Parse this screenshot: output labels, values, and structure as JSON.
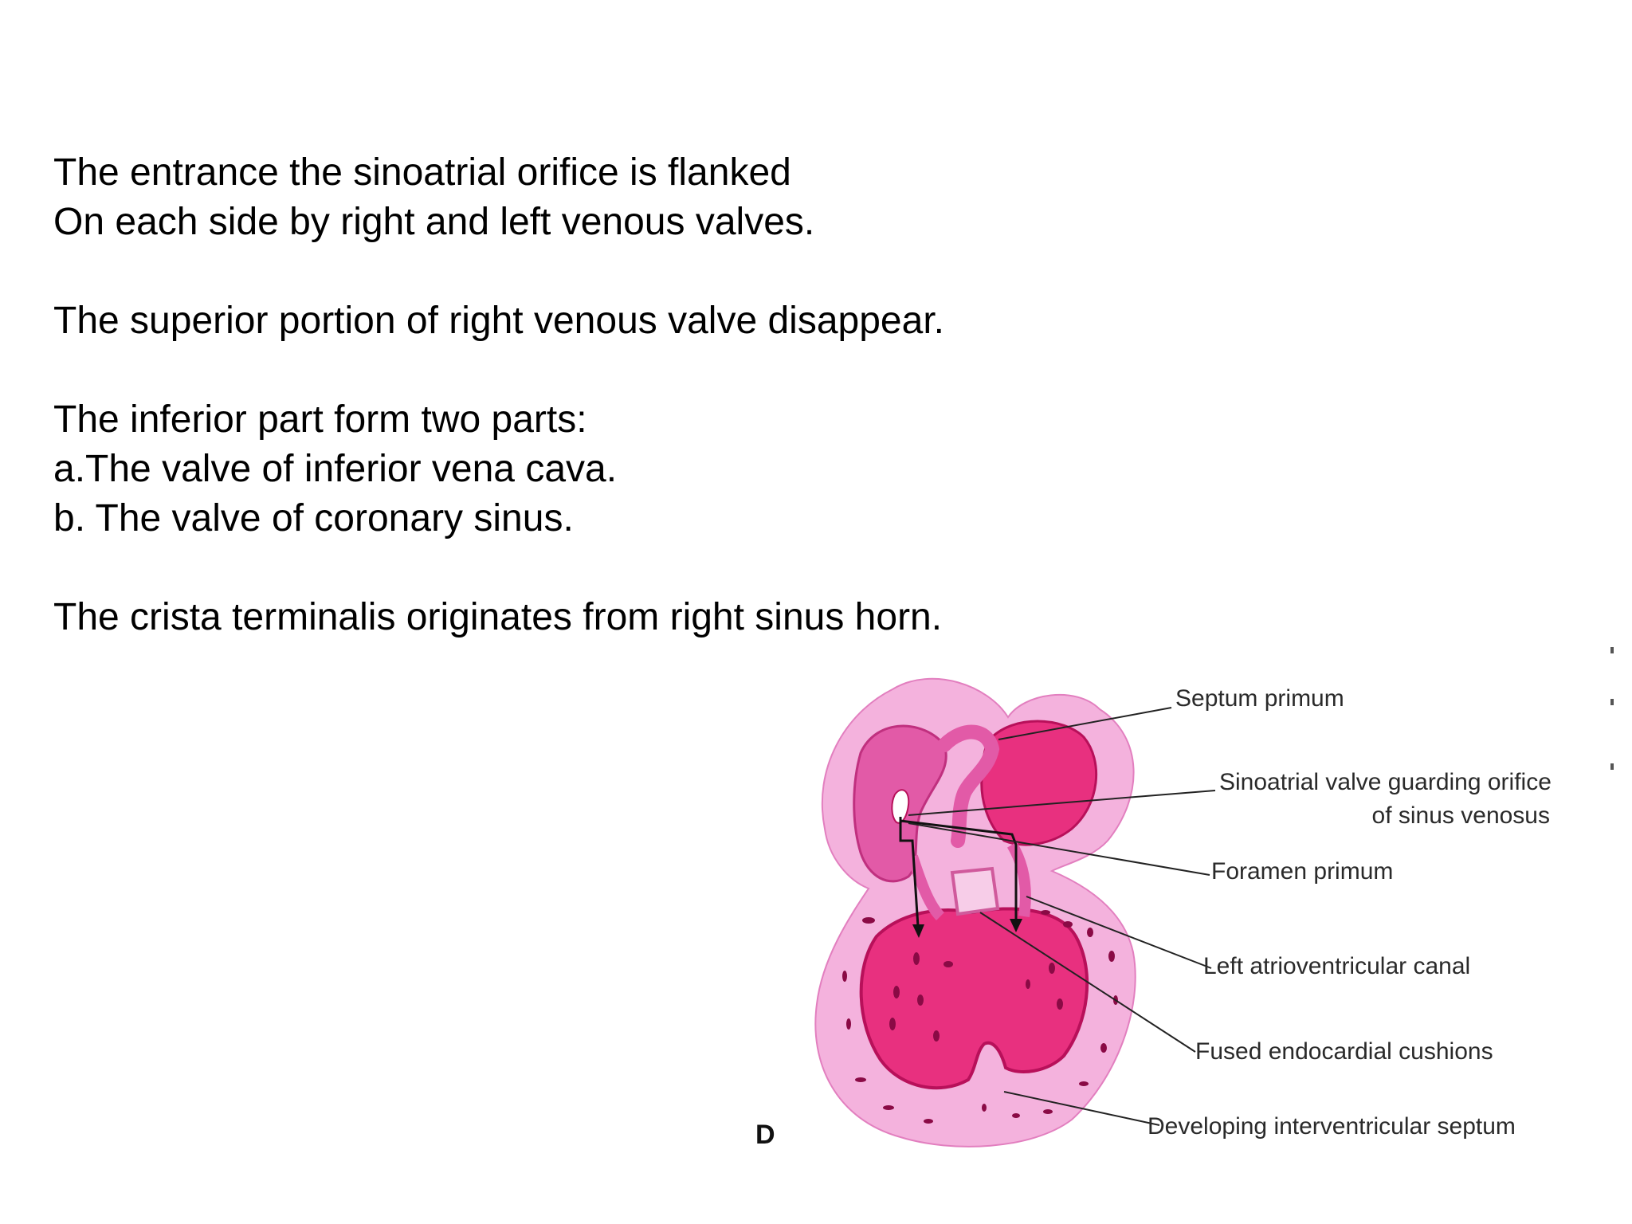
{
  "text": {
    "para1_line1": "The entrance the sinoatrial orifice is flanked",
    "para1_line2": "On each side by right and left venous valves.",
    "para2_line1": "The superior portion of right venous valve disappear.",
    "para3_line1": "The inferior part form two parts:",
    "para3_line2": "a.The valve of inferior vena cava.",
    "para3_line3": "b. The valve of coronary sinus.",
    "para4_line1": "The crista terminalis originates from right sinus horn."
  },
  "figure": {
    "panel_letter": "D",
    "labels": {
      "septum_primum": "Septum primum",
      "sinoatrial_valve_line1": "Sinoatrial valve guarding orifice",
      "sinoatrial_valve_line2": "of sinus venosus",
      "foramen_primum": "Foramen primum",
      "left_av_canal": "Left atrioventricular canal",
      "fused_cushions": "Fused endocardial cushions",
      "iv_septum": "Developing interventricular septum"
    },
    "colors": {
      "outer_tissue": "#f4b2dd",
      "wall": "#e25aa7",
      "lumen": "#e8307f",
      "lumen_dark": "#b8105a",
      "cushion": "#f7cde8",
      "dots": "#8a0a45",
      "leader": "#222222"
    }
  }
}
